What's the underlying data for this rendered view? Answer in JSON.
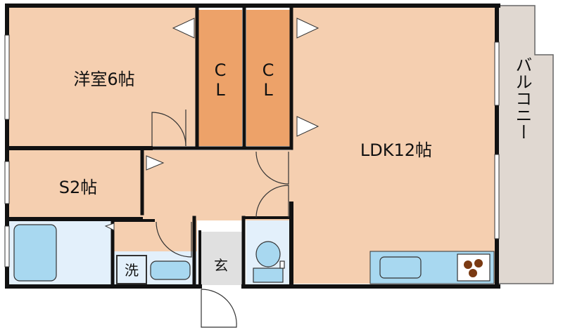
{
  "rooms": {
    "western": "洋室6帖",
    "storage": "S2帖",
    "ldk": "LDK12帖",
    "entrance": "玄",
    "laundry": "洗",
    "balcony": "バルコニー",
    "closet_left": [
      "C",
      "L"
    ],
    "closet_right": [
      "C",
      "L"
    ]
  },
  "colors": {
    "room_fill": "#f5cfb0",
    "closet_fill": "#eda269",
    "wet_fill": "#e3f0fb",
    "fixture_fill": "#a8d8f0",
    "entrance_fill": "#e0e0e0",
    "balcony_fill": "#e0d8d1",
    "wall": "#111111",
    "stove_burner": "#7a3a12"
  }
}
